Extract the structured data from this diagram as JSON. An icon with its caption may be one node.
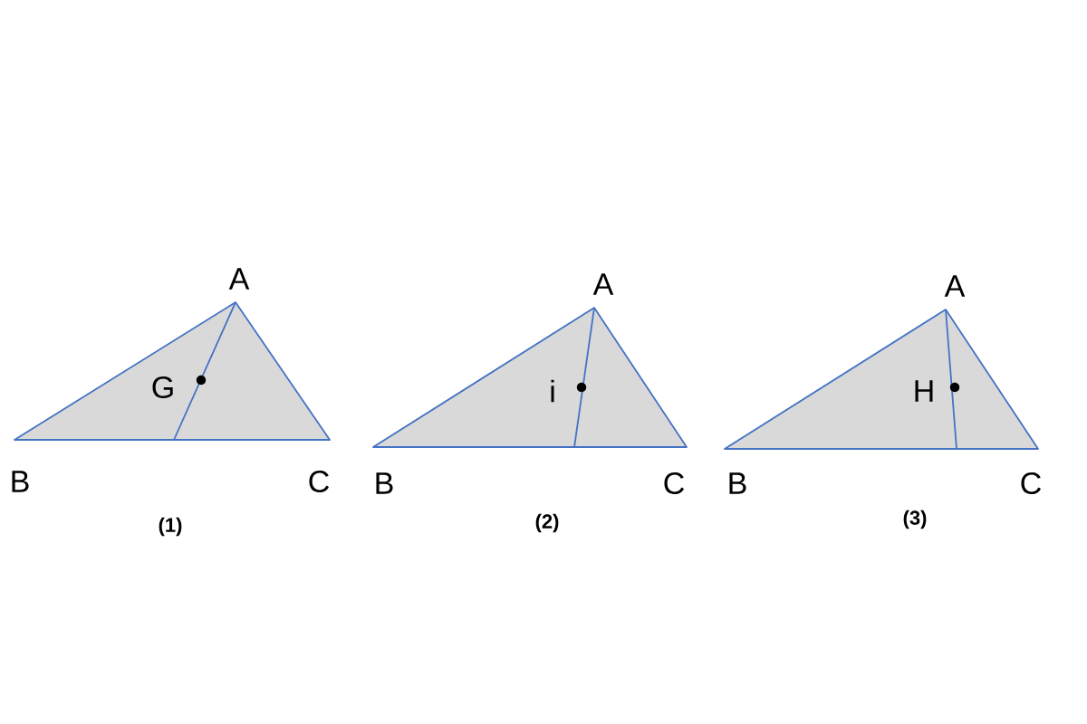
{
  "diagram": {
    "labels": [
      "A",
      "G",
      "B",
      "C",
      "(1)",
      "A",
      "i",
      "B",
      "C",
      "(2)",
      "A",
      "H",
      "B",
      "C",
      "(3)"
    ]
  }
}
